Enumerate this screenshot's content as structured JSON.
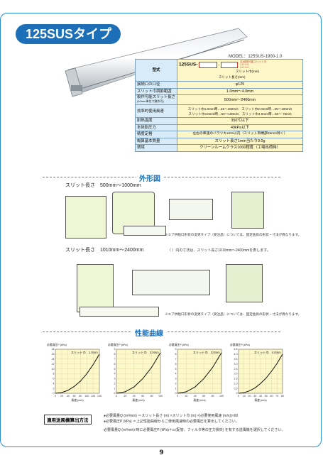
{
  "header": {
    "title": "125SUSタイプ",
    "model": "MODEL：125SUS-1900-1.0"
  },
  "spec_table": {
    "model_label": "型式",
    "model_code": "125SUS-",
    "dash": "-",
    "slit_width_label": "スリット巾(mm)",
    "slit_length_label": "スリット長さ(mm)",
    "slit_options": "注)使用可能スリット巾\n1.0~2.5\n3.0~4.0",
    "rows": [
      {
        "label": "接続口の口径",
        "value": "φ125"
      },
      {
        "label": "スリット巾調節範囲",
        "value": "1.0mm〜4.0mm"
      },
      {
        "label": "製作可能スリット長さ",
        "sub": "(10mm単位で製作可)",
        "value": "500mm〜2400mm"
      },
      {
        "label": "効率的使用風速",
        "value1": "スリット巾1.0mm時…25〜150m/s　スリット巾2.0mm時…25〜100m/s",
        "value2": "スリット巾3.0mm時…50〜100m/s　スリット巾4.0mm時…50〜 75m/s"
      },
      {
        "label": "耐熱温度",
        "value": "350℃以下"
      },
      {
        "label": "本体耐圧力",
        "value": "49kPa以下"
      },
      {
        "label": "精度定格",
        "value": "左右の風速のバラツキ±5%以内（スリット両端部25mm除く）"
      },
      {
        "label": "概算基本質量",
        "value": "スリット長さ1mm当たり9.0g"
      },
      {
        "label": "環境",
        "value": "クリーンルームクラス1000程度（工場出荷時）"
      }
    ]
  },
  "section_outline": {
    "title": "外形図",
    "caption1": "スリット長さ　500mm〜1000mm",
    "caption2": "スリット長さ　1010mm〜2400mm",
    "caption2_note": "（ ）内の寸法は、スリット長さ1010mm〜2400mmを表します。",
    "note1": "※エア供給口形状の変更タイプ（受注品）については、固定金具の形状・寸法が異なります。",
    "note2": "※エア供給口形状の変更タイプ（受注品）については、固定金具の形状・寸法が異なります。"
  },
  "section_performance": {
    "title": "性能曲線"
  },
  "chart_data": [
    {
      "type": "line",
      "title": "スリット巾　1.0mm",
      "ylabel": "必要風圧P (kPa)",
      "xlabel": "風速 (m/s)",
      "xlim": [
        0,
        140
      ],
      "ylim": [
        0,
        18
      ],
      "x": [
        0,
        20,
        40,
        60,
        80,
        100,
        120,
        140
      ],
      "values": [
        0,
        0.3,
        1.2,
        2.8,
        5.0,
        8.0,
        11.7,
        16.0
      ],
      "xticks": [
        "0",
        "20",
        "40",
        "60",
        "80",
        "100",
        "120",
        "140"
      ],
      "yticks": [
        "0",
        "2",
        "4",
        "6",
        "8",
        "10",
        "12",
        "14",
        "16",
        "18"
      ]
    },
    {
      "type": "line",
      "title": "スリット巾　2.0mm",
      "ylabel": "必要風圧P (kPa)",
      "xlabel": "風速 (m/s)",
      "xlim": [
        0,
        100
      ],
      "ylim": [
        0,
        9
      ],
      "x": [
        0,
        20,
        40,
        60,
        80,
        100
      ],
      "values": [
        0,
        0.3,
        1.3,
        3.0,
        5.3,
        8.3
      ],
      "xticks": [
        "0",
        "20",
        "40",
        "60",
        "80",
        "100"
      ],
      "yticks": [
        "0",
        "1",
        "2",
        "3",
        "4",
        "5",
        "6",
        "7",
        "8",
        "9"
      ]
    },
    {
      "type": "line",
      "title": "スリット巾　3.0mm",
      "ylabel": "必要風圧P (kPa)",
      "xlabel": "風速 (m/s)",
      "xlim": [
        0,
        100
      ],
      "ylim": [
        0,
        9
      ],
      "x": [
        0,
        20,
        40,
        60,
        80,
        100
      ],
      "values": [
        0,
        0.3,
        1.3,
        3.0,
        5.3,
        8.3
      ],
      "xticks": [
        "0",
        "20",
        "40",
        "60",
        "80",
        "100"
      ],
      "yticks": [
        "0",
        "1",
        "2",
        "3",
        "4",
        "5",
        "6",
        "7",
        "8",
        "9"
      ]
    },
    {
      "type": "line",
      "title": "スリット巾　4.0mm",
      "ylabel": "必要風圧P (kPa)",
      "xlabel": "風速 (m/s)",
      "xlim": [
        0,
        80
      ],
      "ylim": [
        0,
        4.5
      ],
      "x": [
        0,
        10,
        20,
        30,
        40,
        50,
        60,
        70,
        80
      ],
      "values": [
        0,
        0.06,
        0.25,
        0.55,
        1.0,
        1.55,
        2.25,
        3.05,
        4.0
      ],
      "xticks": [
        "0",
        "10",
        "20",
        "30",
        "40",
        "50",
        "60",
        "70",
        "80"
      ],
      "yticks": [
        "0",
        "0.5",
        "1.0",
        "1.5",
        "2.0",
        "2.5",
        "3.0",
        "3.5",
        "4.0",
        "4.5"
      ]
    }
  ],
  "formula": {
    "label": "適用送風機算出方法",
    "line1": "●必要風量Q (m³/min) ＝スリット長さ (m) ×スリット巾 (m) ×(必要使用風速 (m/s))×60",
    "line2": "●必要風圧P (kPa) ＝上記性能曲線からご使用風速時の必要風圧を算出してください。",
    "line3": "必要風量Q (m³/min) 時に必要風圧P (kPa)＋α (配管、フィルタ等の圧力損失) を有する送風機を選択してください。"
  },
  "page": {
    "number": "9"
  },
  "colors": {
    "accent": "#1d6fb8",
    "table_label": "#d7ecf8",
    "table_value": "#fdf6c7",
    "drawing_fill": "#eef6d6",
    "graph_fill": "#fdf8c8"
  }
}
